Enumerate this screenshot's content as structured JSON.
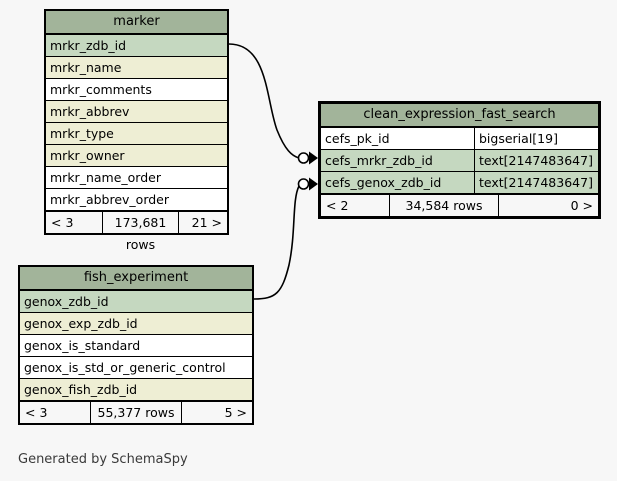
{
  "diagram": {
    "caption": "Generated by SchemaSpy",
    "background_color": "#f7f7f7",
    "header_color": "#a2b49a",
    "primary_key_color": "#c5d8c0",
    "indexed_color": "#eeeed4",
    "plain_color": "#ffffff",
    "border_color": "#000000"
  },
  "tables": {
    "marker": {
      "name": "marker",
      "columns": [
        {
          "name": "mrkr_zdb_id",
          "style": "pk"
        },
        {
          "name": "mrkr_name",
          "style": "idx"
        },
        {
          "name": "mrkr_comments",
          "style": "plain"
        },
        {
          "name": "mrkr_abbrev",
          "style": "idx"
        },
        {
          "name": "mrkr_type",
          "style": "idx"
        },
        {
          "name": "mrkr_owner",
          "style": "idx"
        },
        {
          "name": "mrkr_name_order",
          "style": "plain"
        },
        {
          "name": "mrkr_abbrev_order",
          "style": "plain"
        }
      ],
      "footer": {
        "left": "< 3",
        "middle": "173,681 rows",
        "right": "21 >"
      }
    },
    "clean_expression_fast_search": {
      "name": "clean_expression_fast_search",
      "columns": [
        {
          "name": "cefs_pk_id",
          "type": "bigserial[19]",
          "style": "plain"
        },
        {
          "name": "cefs_mrkr_zdb_id",
          "type": "text[2147483647]",
          "style": "pk"
        },
        {
          "name": "cefs_genox_zdb_id",
          "type": "text[2147483647]",
          "style": "pk"
        }
      ],
      "footer": {
        "left": "< 2",
        "middle": "34,584 rows",
        "right": "0 >"
      }
    },
    "fish_experiment": {
      "name": "fish_experiment",
      "columns": [
        {
          "name": "genox_zdb_id",
          "style": "pk"
        },
        {
          "name": "genox_exp_zdb_id",
          "style": "idx"
        },
        {
          "name": "genox_is_standard",
          "style": "plain"
        },
        {
          "name": "genox_is_std_or_generic_control",
          "style": "plain"
        },
        {
          "name": "genox_fish_zdb_id",
          "style": "idx"
        }
      ],
      "footer": {
        "left": "< 3",
        "middle": "55,377 rows",
        "right": "5 >"
      }
    }
  },
  "relationships": [
    {
      "from_table": "marker",
      "from_column": "mrkr_zdb_id",
      "to_table": "clean_expression_fast_search",
      "to_column": "cefs_mrkr_zdb_id"
    },
    {
      "from_table": "fish_experiment",
      "from_column": "genox_zdb_id",
      "to_table": "clean_expression_fast_search",
      "to_column": "cefs_genox_zdb_id"
    }
  ]
}
